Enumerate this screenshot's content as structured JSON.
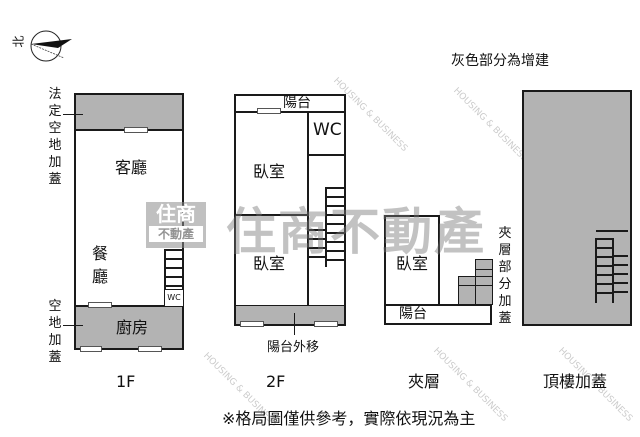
{
  "compass": {
    "north_label": "北",
    "icon": "compass-north-icon"
  },
  "legend": {
    "gray_note": "灰色部分為增建"
  },
  "watermark": {
    "brand_big": "住商不動產",
    "logo_top": "住商",
    "logo_bottom": "不動產",
    "small_text": "HOUSING & BUSINESS"
  },
  "floor1": {
    "title": "1F",
    "rooms": {
      "living": "客廳",
      "dining": "餐廳",
      "kitchen": "廚房",
      "wc": "WC"
    },
    "annotations": {
      "top_left": "法定空地加蓋",
      "bottom_left": "空地加蓋"
    }
  },
  "floor2": {
    "title": "2F",
    "rooms": {
      "balcony": "陽台",
      "wc": "WC",
      "bedroom1": "臥室",
      "bedroom2": "臥室"
    },
    "annotations": {
      "bottom": "陽台外移"
    }
  },
  "mezzanine": {
    "title": "夾層",
    "rooms": {
      "bedroom": "臥室",
      "balcony": "陽台"
    },
    "annotations": {
      "right": "夾層部分加蓋"
    }
  },
  "rooftop": {
    "title": "頂樓加蓋"
  },
  "footer": {
    "disclaimer": "※格局圖僅供參考，實際依現況為主"
  },
  "colors": {
    "addition_gray": "#b3b3b3",
    "wall": "#1a1a1a",
    "watermark": "#787878"
  }
}
